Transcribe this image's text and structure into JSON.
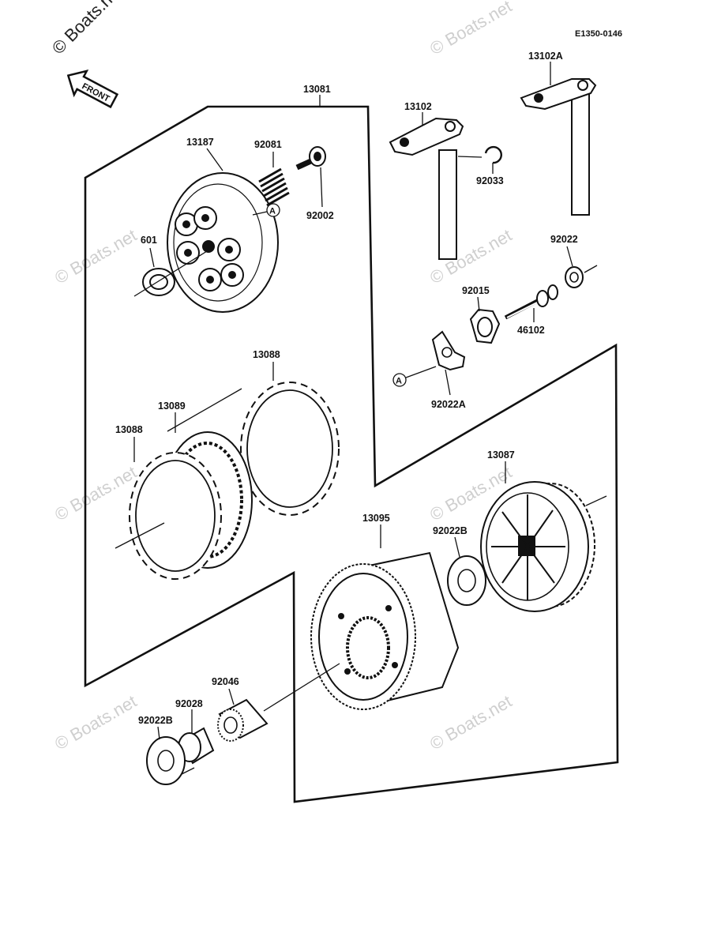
{
  "diagram_code": "E1350-0146",
  "watermark_corner": "© Boats.net",
  "watermark_tile": "© Boats.net",
  "front_arrow_label": "FRONT",
  "ref_marker": "A",
  "parts": {
    "p13081": "13081",
    "p13187": "13187",
    "p92081": "92081",
    "p92002": "92002",
    "p601": "601",
    "p13102": "13102",
    "p13102A": "13102A",
    "p92033": "92033",
    "p92022": "92022",
    "p92015": "92015",
    "p46102": "46102",
    "p92022A": "92022A",
    "p13088a": "13088",
    "p13089": "13089",
    "p13088b": "13088",
    "p13087": "13087",
    "p13095": "13095",
    "p92022B_a": "92022B",
    "p92046": "92046",
    "p92028": "92028",
    "p92022B_b": "92022B"
  }
}
